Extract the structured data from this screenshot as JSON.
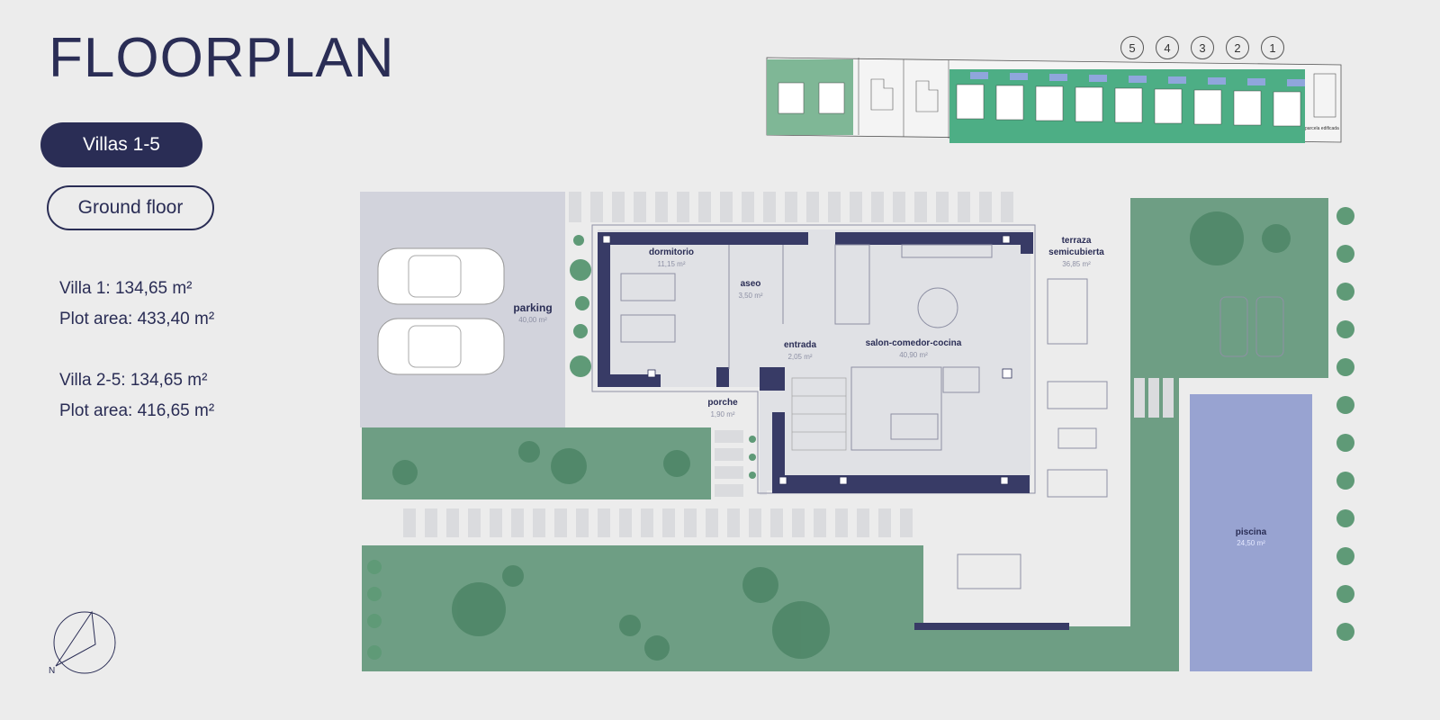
{
  "header": {
    "title": "FLOORPLAN"
  },
  "buttons": {
    "villas": "Villas 1-5",
    "floor": "Ground floor"
  },
  "stats": {
    "villa1": "Villa 1: 134,65 m²",
    "plot1": "Plot area: 433,40 m²",
    "villa25": "Villa 2-5: 134,65 m²",
    "plot25": "Plot area: 416,65 m²"
  },
  "site_plan": {
    "villa_numbers": [
      "5",
      "4",
      "3",
      "2",
      "1"
    ],
    "note": "parcela edificada"
  },
  "rooms": {
    "dormitorio": {
      "label": "dormitorio",
      "area": "11,15 m²"
    },
    "aseo": {
      "label": "aseo",
      "area": "3,50 m²"
    },
    "entrada": {
      "label": "entrada",
      "area": "2,05 m²"
    },
    "salon": {
      "label": "salon-comedor-cocina",
      "area": "40,90 m²"
    },
    "terraza": {
      "label1": "terraza",
      "label2": "semicubierta",
      "area": "36,85 m²"
    },
    "parking": {
      "label": "parking",
      "area": "40,00 m²"
    },
    "porche": {
      "label": "porche",
      "area": "1,90 m²"
    },
    "piscina": {
      "label": "piscina",
      "area": "24,50 m²"
    }
  },
  "compass": {
    "north": "N"
  },
  "colors": {
    "navy": "#2a2d55",
    "garden": "#6e9e84",
    "pool": "#98a3d1",
    "background": "#ececec"
  }
}
